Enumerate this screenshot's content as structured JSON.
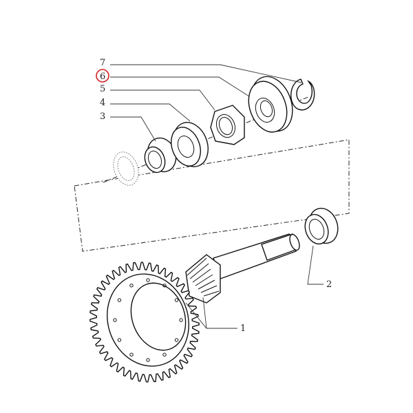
{
  "diagram": {
    "callouts": [
      {
        "number": "7",
        "part": "circlip"
      },
      {
        "number": "6",
        "part": "thrust-disc",
        "highlighted": true
      },
      {
        "number": "5",
        "part": "nut"
      },
      {
        "number": "4",
        "part": "bearing-cup"
      },
      {
        "number": "3",
        "part": "tapered-roller-bearing"
      },
      {
        "number": "2",
        "part": "roller-bearing"
      },
      {
        "number": "1",
        "part": "crown-wheel-and-pinion"
      }
    ],
    "highlight_color": "#d42020"
  }
}
